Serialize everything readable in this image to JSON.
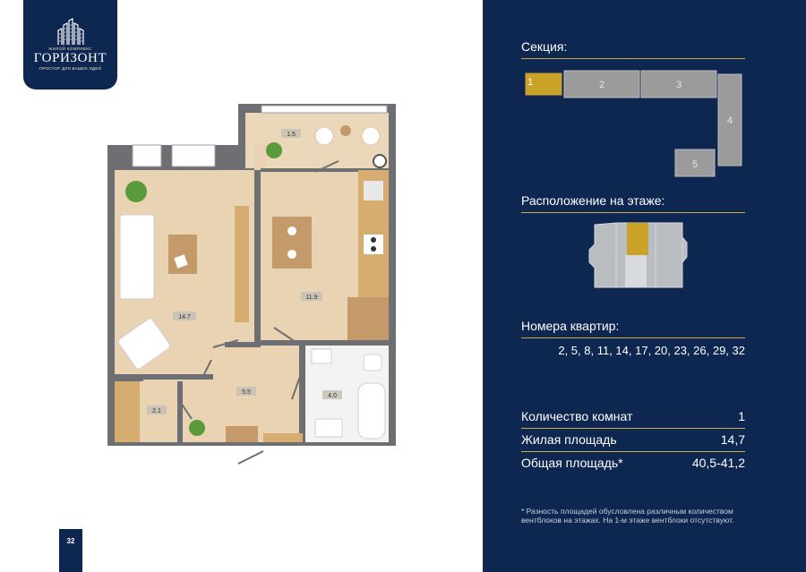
{
  "logo": {
    "subtitle": "ЖИЛОЙ КОМПЛЕКС",
    "name": "ГОРИЗОНТ",
    "tagline": "ПРОСТОР ДЛЯ ВАШИХ ИДЕЙ"
  },
  "page_number": "32",
  "plan": {
    "rooms": [
      {
        "id": "balcony",
        "area": "1.5"
      },
      {
        "id": "living-room",
        "area": "14.7"
      },
      {
        "id": "kitchen",
        "area": "11.9"
      },
      {
        "id": "hall",
        "area": "5.5"
      },
      {
        "id": "storage",
        "area": "2.1"
      },
      {
        "id": "bathroom",
        "area": "4.0"
      }
    ]
  },
  "info": {
    "section_heading": "Секция:",
    "sections": [
      "1",
      "2",
      "3",
      "4",
      "5"
    ],
    "active_section": "1",
    "location_heading": "Расположение на этаже:",
    "apartments_heading": "Номера квартир:",
    "apartments": "2, 5, 8, 11, 14, 17, 20, 23, 26, 29, 32",
    "stats": [
      {
        "label": "Количество комнат",
        "value": "1"
      },
      {
        "label": "Жилая площадь",
        "value": "14,7"
      },
      {
        "label": "Общая площадь*",
        "value": "40,5-41,2"
      }
    ],
    "footnote": "* Разность площадей обусловлена различным количеством вентблоков на этажах. На 1-м этаже вентблоки отсутствуют."
  },
  "colors": {
    "navy": "#0e2750",
    "gold": "#c9a94a",
    "section_active": "#c9a227",
    "section_inactive": "#9b9b9b",
    "wall": "#6d6f72",
    "floor": "#e9d3b2"
  }
}
